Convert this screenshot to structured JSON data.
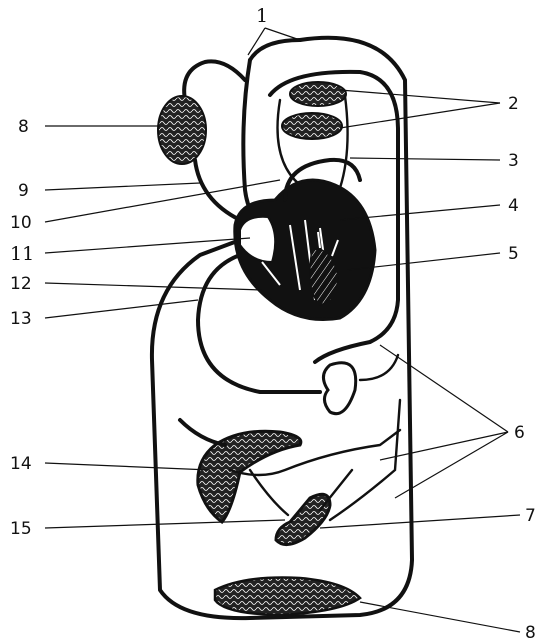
{
  "labels": {
    "l1": "1",
    "l2": "2",
    "l3": "3",
    "l4": "4",
    "l5": "5",
    "l6": "6",
    "l7": "7",
    "l8_top": "8",
    "l8_bottom": "8",
    "l9": "9",
    "l10": "10",
    "l11": "11",
    "l12": "12",
    "l13": "13",
    "l14": "14",
    "l15": "15"
  },
  "colors": {
    "ink": "#111111",
    "paper": "#ffffff"
  }
}
